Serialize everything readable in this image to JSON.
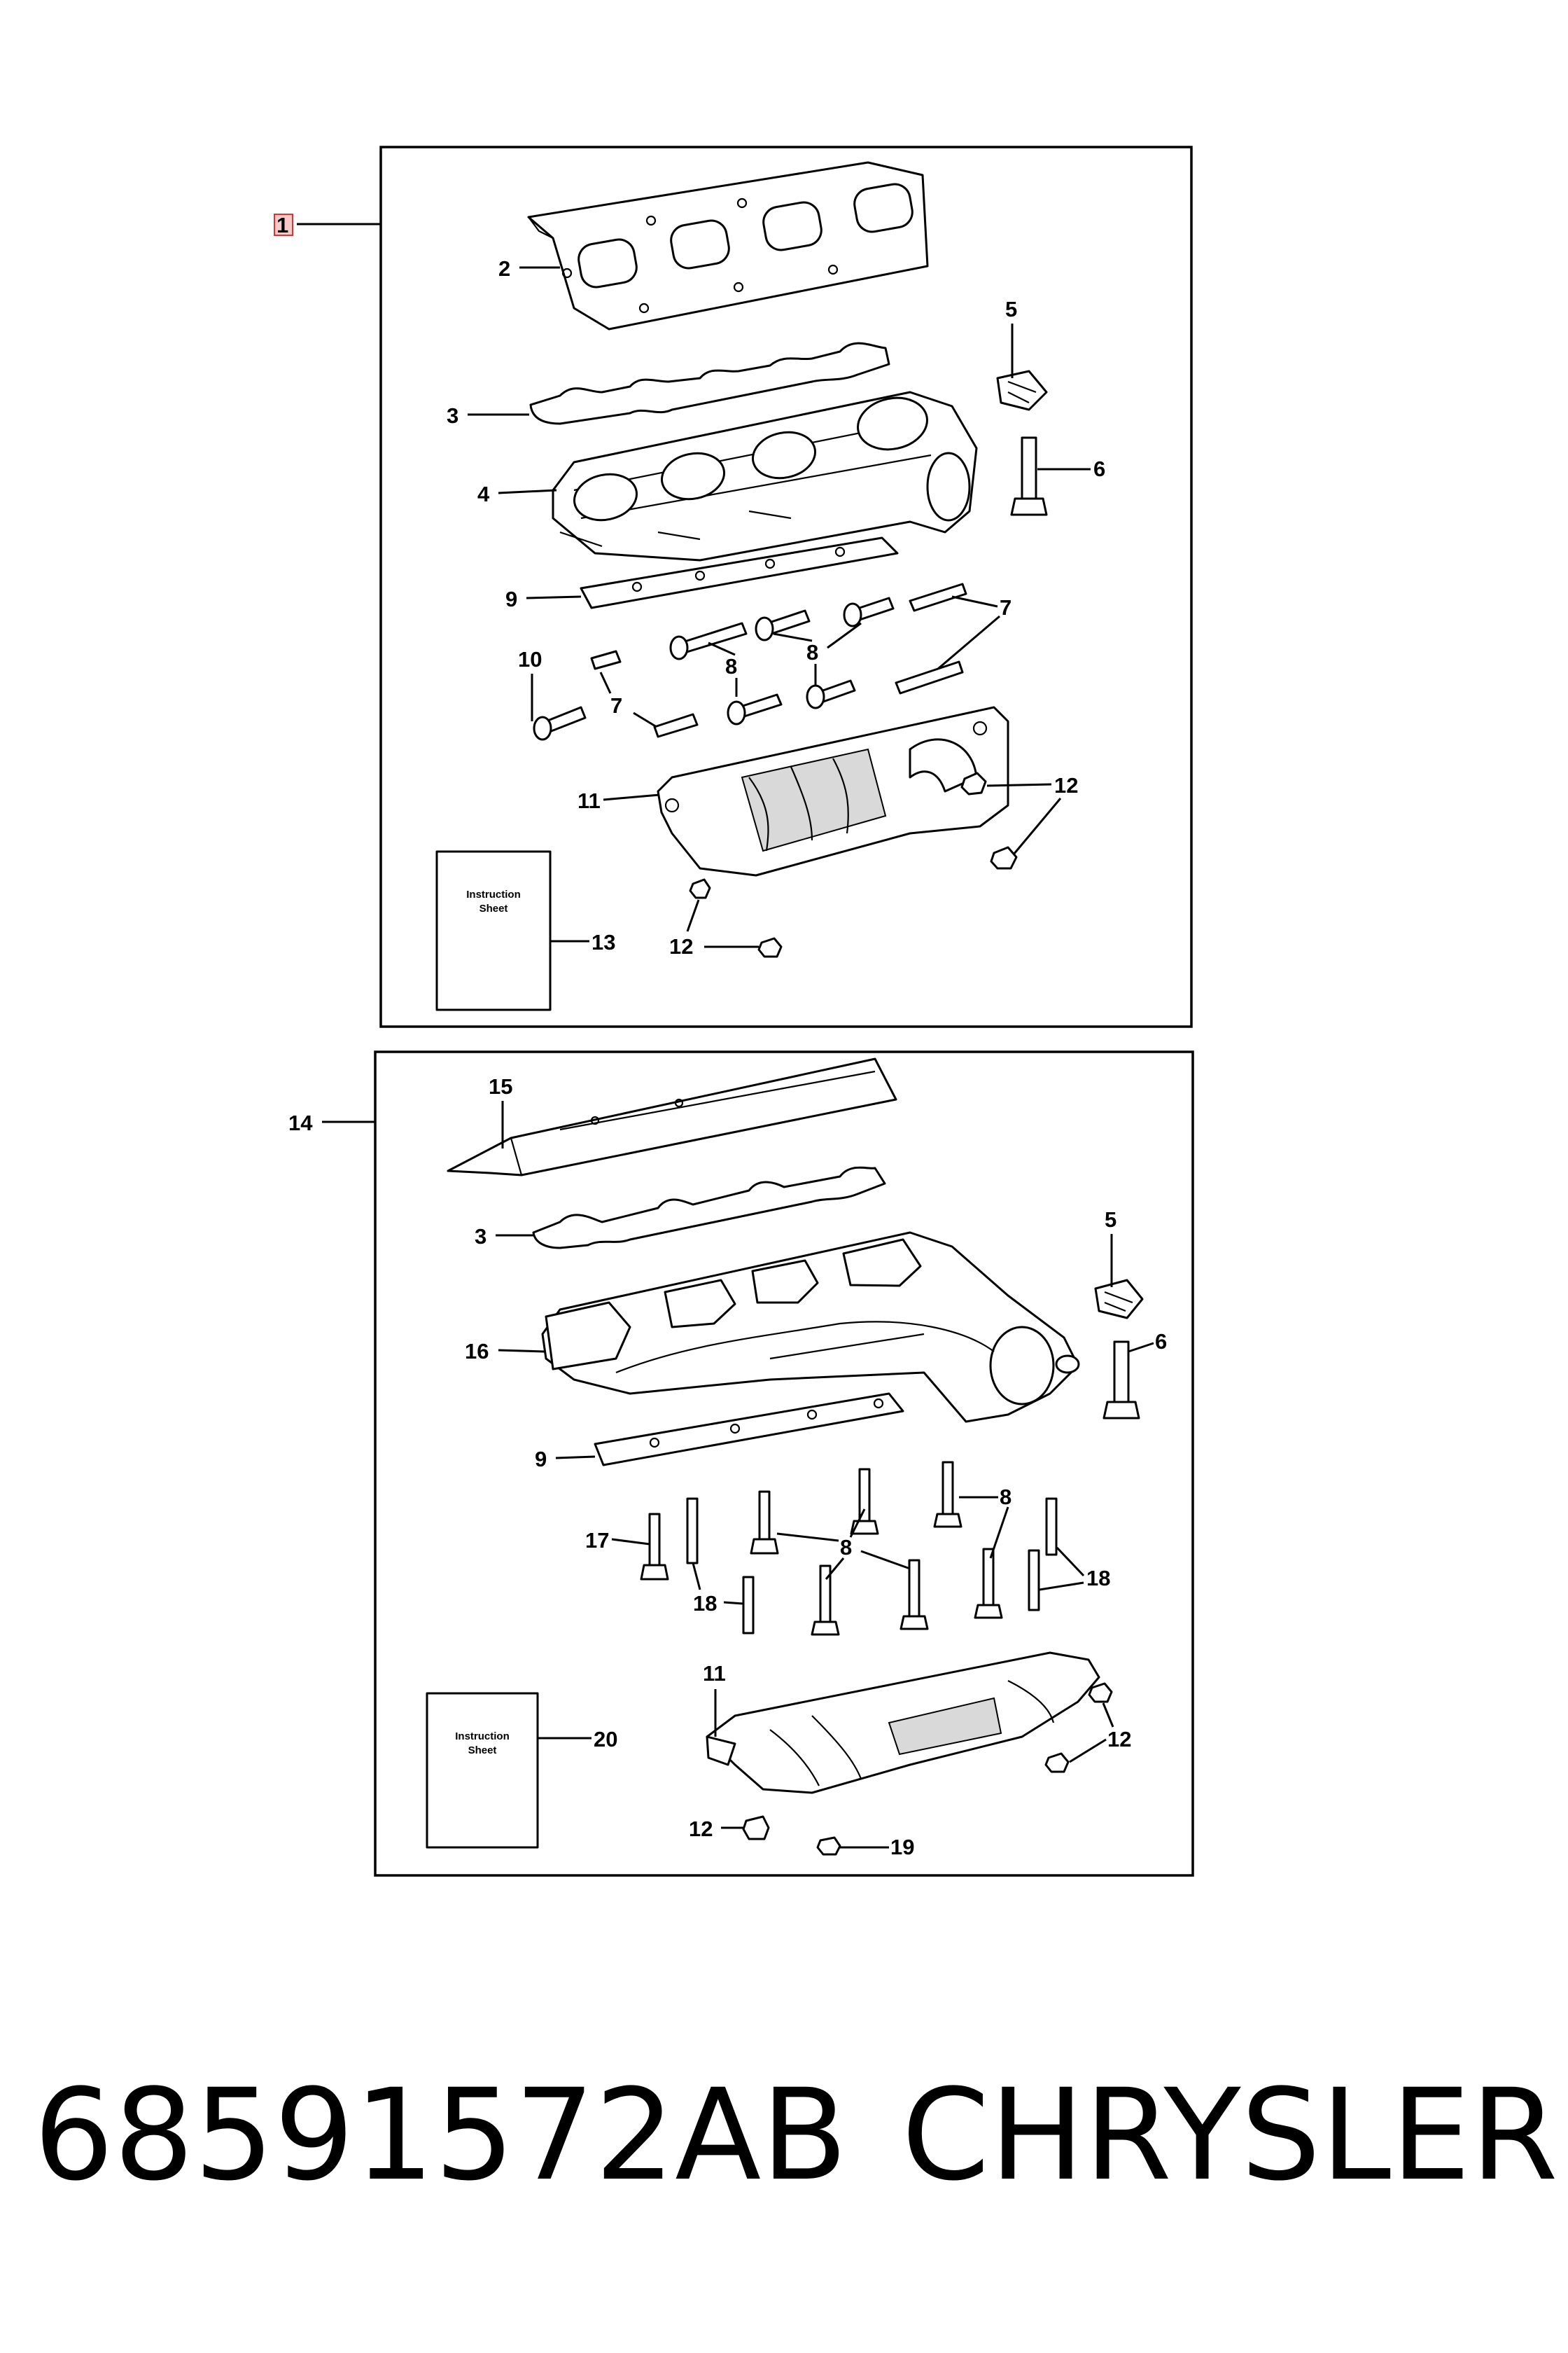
{
  "diagram": {
    "upper_assembly": {
      "callouts": [
        "1",
        "2",
        "3",
        "4",
        "5",
        "6",
        "7",
        "7",
        "8",
        "8",
        "9",
        "10",
        "11",
        "12",
        "12",
        "13"
      ],
      "instruction_sheet": {
        "line1": "Instruction",
        "line2": "Sheet"
      }
    },
    "lower_assembly": {
      "callouts": [
        "14",
        "15",
        "3",
        "5",
        "6",
        "16",
        "9",
        "8",
        "8",
        "17",
        "18",
        "18",
        "11",
        "12",
        "12",
        "19",
        "20"
      ],
      "instruction_sheet": {
        "line1": "Instruction",
        "line2": "Sheet"
      }
    }
  },
  "footer": {
    "part_number": "68591572AB",
    "brand": "CHRYSLER"
  },
  "colors": {
    "line": "#000000",
    "highlight": "#d33333"
  }
}
